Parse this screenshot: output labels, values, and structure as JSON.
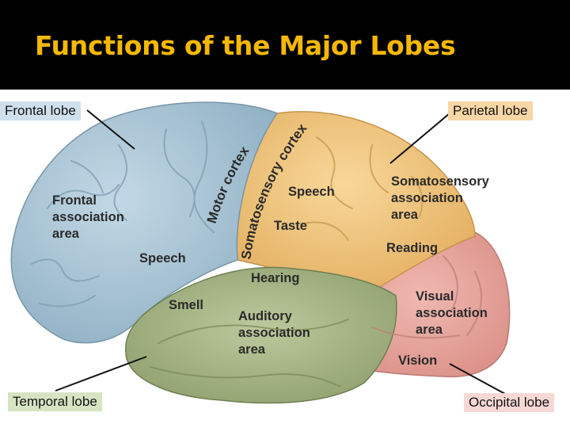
{
  "slide": {
    "title": "Functions of the Major Lobes"
  },
  "lobe_labels": {
    "frontal": "Frontal lobe",
    "parietal": "Parietal lobe",
    "temporal": "Temporal lobe",
    "occipital": "Occipital lobe"
  },
  "regions": {
    "frontal_association": [
      "Frontal",
      "association",
      "area"
    ],
    "speech_frontal": "Speech",
    "motor_cortex": "Motor cortex",
    "somatosensory_cortex": "Somatosensory cortex",
    "speech_parietal": "Speech",
    "taste": "Taste",
    "somatosensory_association": [
      "Somatosensory",
      "association",
      "area"
    ],
    "reading": "Reading",
    "hearing": "Hearing",
    "smell": "Smell",
    "auditory_association": [
      "Auditory",
      "association",
      "area"
    ],
    "visual_association": [
      "Visual",
      "association",
      "area"
    ],
    "vision": "Vision"
  },
  "colors": {
    "title": "#f5b800",
    "frontal": "#a9c3d3",
    "parietal": "#f0c47e",
    "temporal": "#a6b585",
    "occipital": "#e3a39c",
    "cerebellum_area": "#e8b1a8"
  }
}
